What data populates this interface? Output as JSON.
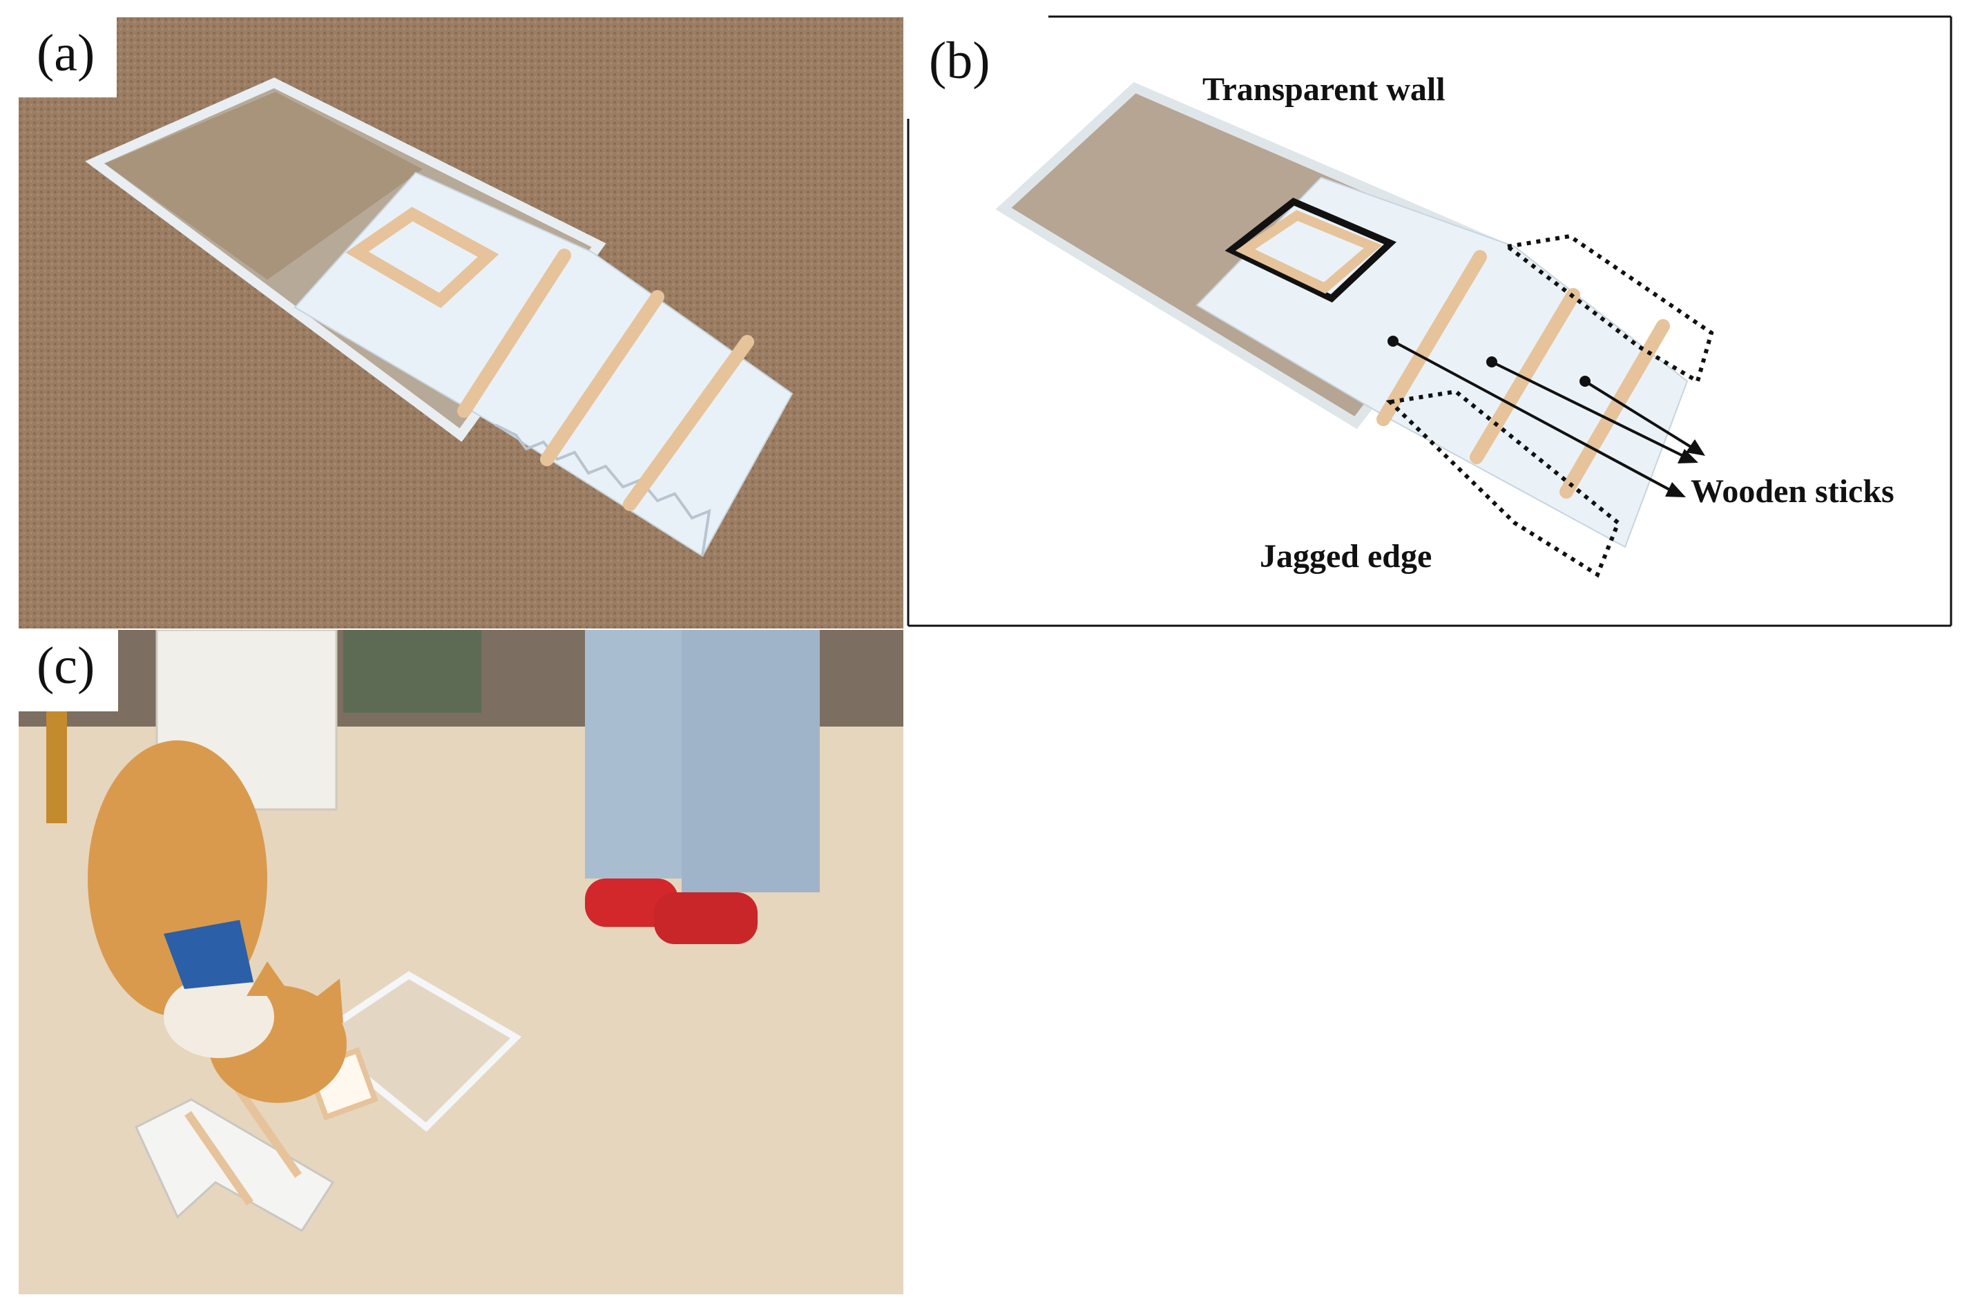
{
  "figure": {
    "panels": [
      {
        "id": "a",
        "label": "(a)"
      },
      {
        "id": "b",
        "label": "(b)"
      },
      {
        "id": "c",
        "label": "(c)"
      }
    ],
    "annotations": {
      "transparent_wall": "Transparent wall",
      "wooden_sticks": "Wooden sticks",
      "jagged_edge": "Jagged edge"
    },
    "colors": {
      "carpet": "#9b7d63",
      "board": "#e9f1f8",
      "wood": "#e6c39a",
      "acrylic": "#d8e0e6",
      "floor": "#e6d6bd",
      "cat_fur": "#d99a4e",
      "annotation_ink": "#111111"
    }
  }
}
